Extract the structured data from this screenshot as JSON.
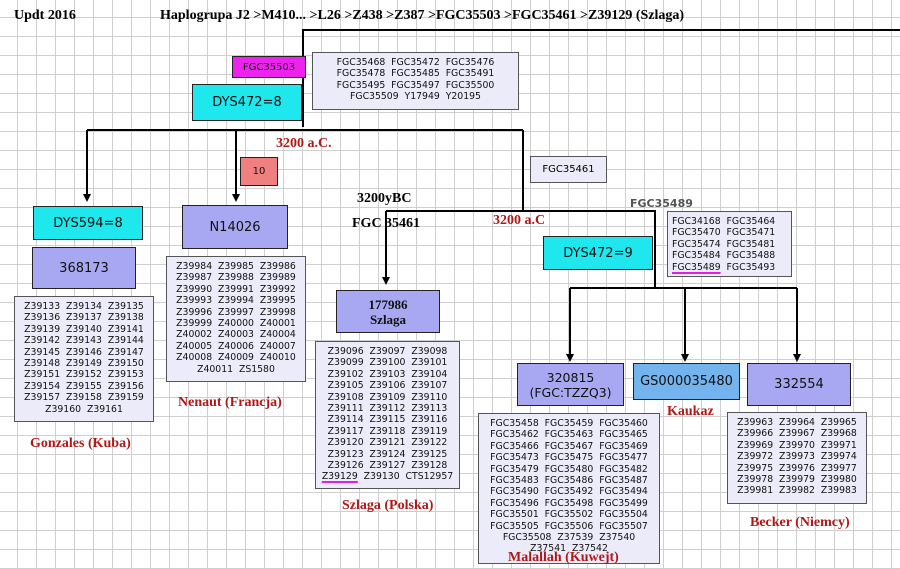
{
  "header": {
    "updated": "Updt 2016",
    "title": "Haplogrupa J2 >M410... >L26 >Z438 >Z387 >FGC35503 >FGC35461 >Z39129 (Szlaga)"
  },
  "colors": {
    "cyan": "#1ee8ee",
    "lavender": "#a8a8f2",
    "blue": "#74b4ee",
    "magenta": "#ee22ee",
    "salmon": "#f08080",
    "red_text": "#b01818"
  },
  "top": {
    "fgc_tag": "FGC35503",
    "dys472": "DYS472=8",
    "snp_box": [
      "FGC35468  FGC35472  FGC35476",
      "FGC35478  FGC35485  FGC35491",
      "FGC35495  FGC35497  FGC35500",
      "FGC35509  Y17949  Y20195"
    ],
    "date": "3200 a.C."
  },
  "middle": {
    "count_tag": "10",
    "year": "3200yBC",
    "fgc_label": "FGC 35461",
    "fgc_box": "FGC35461",
    "date": "3200 a.C",
    "fgc_gray": "FGC35489",
    "dys472": "DYS472=9",
    "snp_box": [
      "FGC34168  FGC35464",
      "FGC35470  FGC35471",
      "FGC35474  FGC35481",
      "FGC35484  FGC35488"
    ],
    "snp_last_a": "FGC35489",
    "snp_last_b": "  FGC35493"
  },
  "gonzales": {
    "dys": "DYS594=8",
    "kit": "368173",
    "snps": [
      "Z39133  Z39134  Z39135",
      "Z39136  Z39137  Z39138",
      "Z39139  Z39140  Z39141",
      "Z39142  Z39143  Z39144",
      "Z39145  Z39146  Z39147",
      "Z39148  Z39149  Z39150",
      "Z39151  Z39152  Z39153",
      "Z39154  Z39155  Z39156",
      "Z39157  Z39158  Z39159",
      "Z39160  Z39161"
    ],
    "label": "Gonzales (Kuba)"
  },
  "nenaut": {
    "kit": "N14026",
    "snps": [
      "Z39984  Z39985  Z39986",
      "Z39987  Z39988  Z39989",
      "Z39990  Z39991  Z39992",
      "Z39993  Z39994  Z39995",
      "Z39996  Z39997  Z39998",
      "Z39999  Z40000  Z40001",
      "Z40002  Z40003  Z40004",
      "Z40005  Z40006  Z40007",
      "Z40008  Z40009  Z40010",
      "Z40011  ZS1580"
    ],
    "label": "Nenaut (Francja)"
  },
  "szlaga": {
    "kit": "177986",
    "name": "Szlaga",
    "snps": [
      "Z39096  Z39097  Z39098",
      "Z39099  Z39100  Z39101",
      "Z39102  Z39103  Z39104",
      "Z39105  Z39106  Z39107",
      "Z39108  Z39109  Z39110",
      "Z39111  Z39112  Z39113",
      "Z39114  Z39115  Z39116",
      "Z39117  Z39118  Z39119",
      "Z39120  Z39121  Z39122",
      "Z39123  Z39124  Z39125",
      "Z39126  Z39127  Z39128"
    ],
    "snp_last_a": "Z39129",
    "snp_last_b": "  Z39130  CTS12957",
    "label": "Szlaga (Polska)"
  },
  "malallah": {
    "kit": "320815",
    "kit_sub": "(FGC:TZZQ3)",
    "snps": [
      "FGC35458  FGC35459  FGC35460",
      "FGC35462  FGC35463  FGC35465",
      "FGC35466  FGC35467  FGC35469",
      "FGC35473  FGC35475  FGC35477",
      "FGC35479  FGC35480  FGC35482",
      "FGC35483  FGC35486  FGC35487",
      "FGC35490  FGC35492  FGC35494",
      "FGC35496  FGC35498  FGC35499",
      "FGC35501  FGC35502  FGC35504",
      "FGC35505  FGC35506  FGC35507",
      "FGC35508  Z37539  Z37540",
      "Z37541  Z37542"
    ],
    "label": "Malallah (Kuwejt)"
  },
  "kaukaz": {
    "kit": "GS000035480",
    "label": "Kaukaz"
  },
  "becker": {
    "kit": "332554",
    "snps": [
      "Z39963  Z39964  Z39965",
      "Z39966  Z39967  Z39968",
      "Z39969  Z39970  Z39971",
      "Z39972  Z39973  Z39974",
      "Z39975  Z39976  Z39977",
      "Z39978  Z39979  Z39980",
      "Z39981  Z39982  Z39983"
    ],
    "label": "Becker (Niemcy)"
  }
}
